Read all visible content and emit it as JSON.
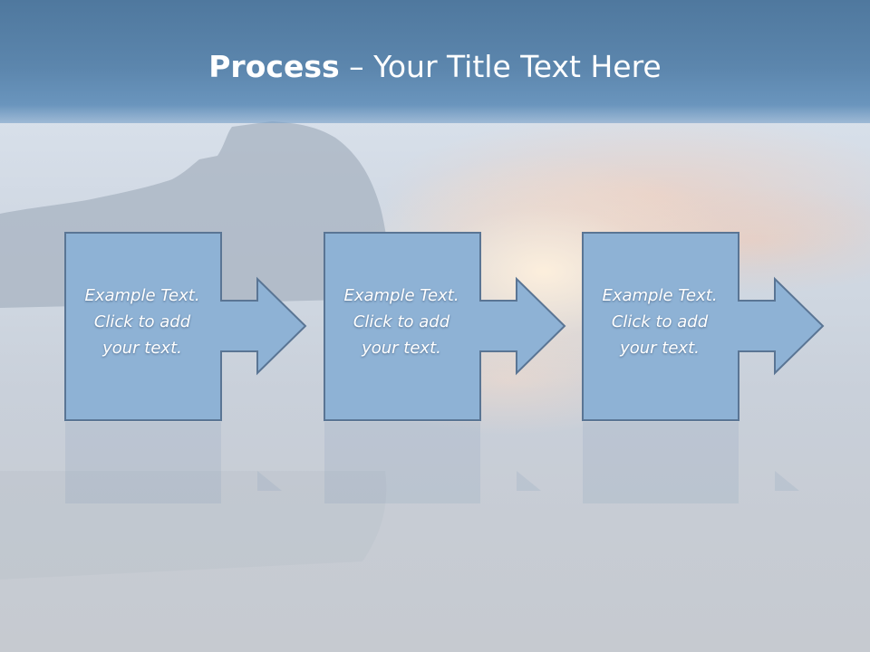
{
  "slide": {
    "title_bold": "Process",
    "title_rest": " – Your Title Text Here"
  },
  "steps": [
    {
      "line1": "Example Text.",
      "line2": "Click  to add",
      "line3": "your text."
    },
    {
      "line1": "Example Text.",
      "line2": "Click  to add",
      "line3": "your text."
    },
    {
      "line1": "Example Text.",
      "line2": "Click  to add",
      "line3": "your text."
    }
  ],
  "colors": {
    "title_bar": "#5c86ad",
    "box_fill": "#8eb2d5",
    "box_border": "#5a7594"
  }
}
